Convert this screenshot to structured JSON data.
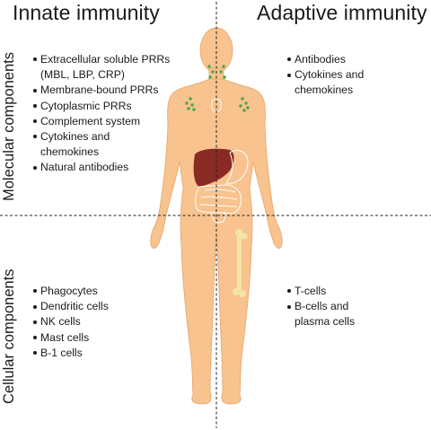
{
  "titles": {
    "innate": "Innate immunity",
    "adaptive": "Adaptive immunity"
  },
  "row_labels": {
    "molecular": "Molecular components",
    "cellular": "Cellular components"
  },
  "innate_molecular": [
    "Extracellular soluble PRRs\n(MBL, LBP, CRP)",
    "Membrane-bound PRRs",
    "Cytoplasmic PRRs",
    "Complement system",
    "Cytokines and\nchemokines",
    "Natural antibodies"
  ],
  "adaptive_molecular": [
    "Antibodies",
    "Cytokines and\nchemokines"
  ],
  "innate_cellular": [
    "Phagocytes",
    "Dendritic cells",
    "NK cells",
    "Mast cells",
    "B-1 cells"
  ],
  "adaptive_cellular": [
    "T-cells",
    "B-cells and\nplasma cells"
  ],
  "colors": {
    "skin": "#f8c38e",
    "skin_outline": "#e6a46a",
    "liver": "#8a2a24",
    "intestine": "#ffffff",
    "bone": "#f3e5a8",
    "lymph_node": "#45a84a",
    "divider": "#222222"
  }
}
